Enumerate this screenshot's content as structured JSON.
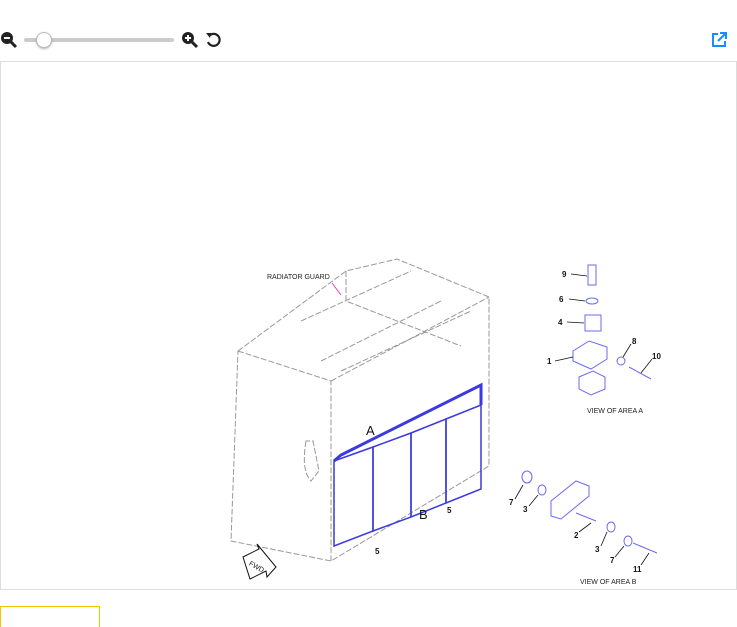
{
  "toolbar": {
    "zoom_out_icon": "zoom-out-icon",
    "zoom_in_icon": "zoom-in-icon",
    "reset_icon": "rotate-ccw-icon",
    "open_external_icon": "external-link-icon",
    "zoom_level": 0.1,
    "accent_color": "#1a8cff"
  },
  "drawing": {
    "main_labels": {
      "radiator_guard": "RADIATOR GUARD",
      "area_a": "A",
      "area_b": "B",
      "item_5a": "5",
      "item_5b": "5",
      "fwd": "FWD"
    },
    "view_a": {
      "title": "VIEW OF AREA A",
      "callouts": [
        "9",
        "6",
        "4",
        "1",
        "8",
        "10"
      ]
    },
    "view_b": {
      "title": "VIEW OF AREA B",
      "callouts": [
        "7",
        "3",
        "2",
        "3",
        "7",
        "11"
      ]
    }
  }
}
